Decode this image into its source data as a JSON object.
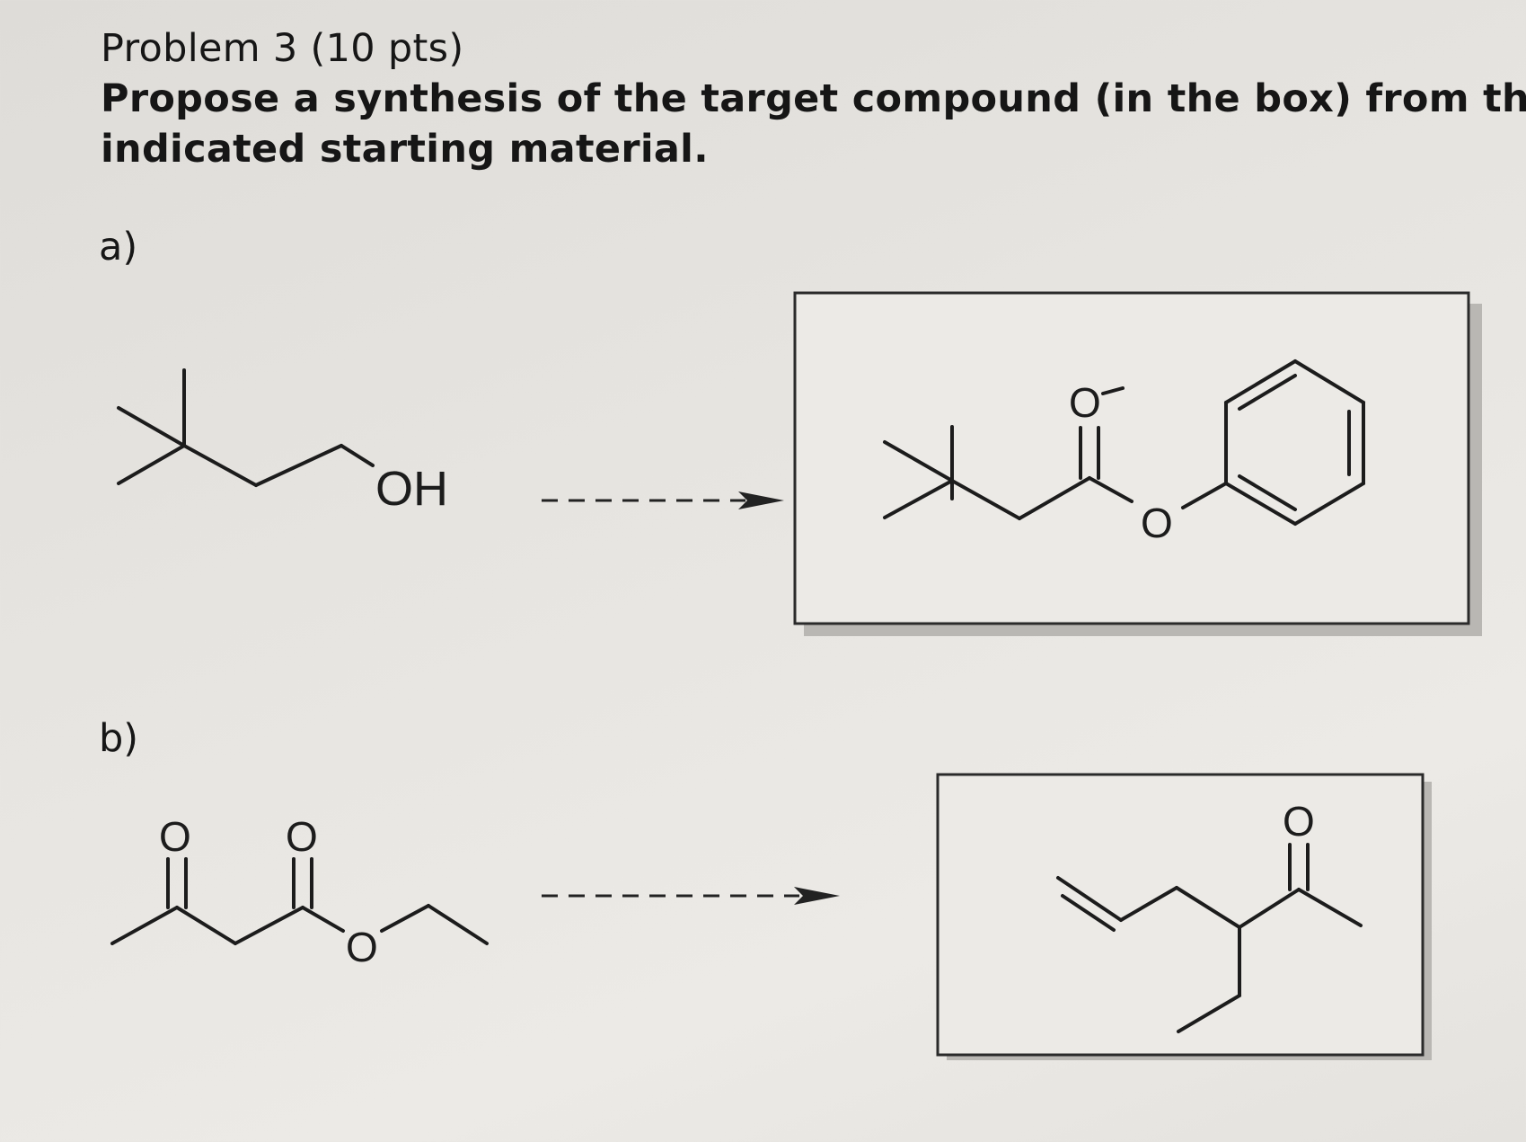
{
  "header": {
    "title": "Problem 3 (10 pts)",
    "instruction_line1": "Propose a synthesis of the target compound (in the box) from the",
    "instruction_line2": "indicated starting material."
  },
  "parts": [
    {
      "label": "a)",
      "starting_material": {
        "atom_labels": {
          "hydroxyl": "OH"
        }
      },
      "target": {
        "atom_labels": {
          "carbonyl_o": "O",
          "ester_o": "O"
        }
      }
    },
    {
      "label": "b)",
      "starting_material": {
        "atom_labels": {
          "ketone_o": "O",
          "ester_carbonyl_o": "O",
          "ester_o": "O"
        }
      },
      "target": {
        "atom_labels": {
          "ketone_o": "O"
        }
      }
    }
  ]
}
